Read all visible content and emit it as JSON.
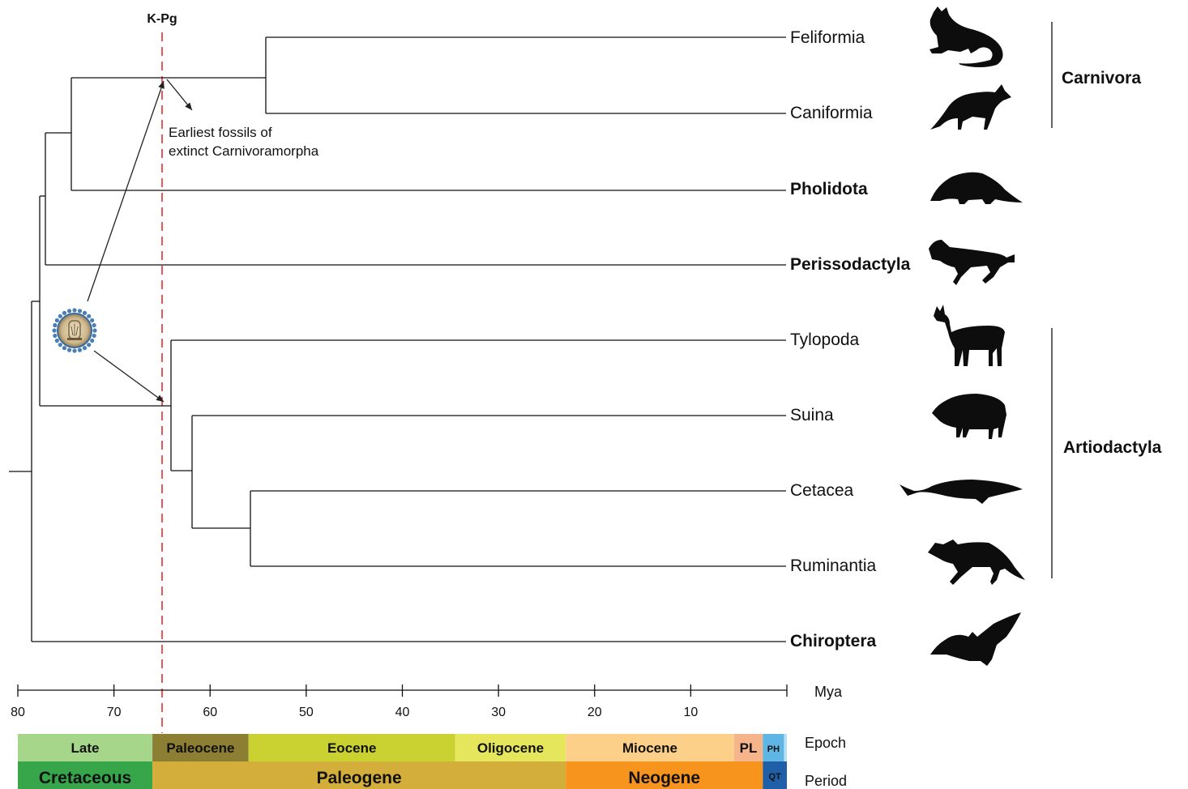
{
  "figure": {
    "kpg_label": "K-Pg",
    "kpg_mya": 66,
    "annotation": [
      "Earliest fossils of",
      "extinct Carnivoramorpha"
    ],
    "axis_unit": "Mya",
    "axis_ticks": [
      80,
      70,
      60,
      50,
      40,
      30,
      20,
      10
    ],
    "epoch_row_label": "Epoch",
    "period_row_label": "Period",
    "epochs": [
      {
        "label": "Late",
        "start": 80,
        "end": 66,
        "color": "#a6d68a"
      },
      {
        "label": "Paleocene",
        "start": 66,
        "end": 56,
        "color": "#8c7e33"
      },
      {
        "label": "Eocene",
        "start": 56,
        "end": 34.5,
        "color": "#c9d230"
      },
      {
        "label": "Oligocene",
        "start": 34.5,
        "end": 23,
        "color": "#e6e65c"
      },
      {
        "label": "Miocene",
        "start": 23,
        "end": 5.5,
        "color": "#fdd08a"
      },
      {
        "label": "PL",
        "start": 5.5,
        "end": 2.5,
        "color": "#f6b48a"
      },
      {
        "label": "PH",
        "start": 2.5,
        "end": 0.3,
        "color": "#5fb6e4"
      },
      {
        "label": "",
        "start": 0.3,
        "end": 0,
        "color": "#b8e0f2"
      }
    ],
    "periods": [
      {
        "label": "Cretaceous",
        "start": 80,
        "end": 66,
        "color": "#37a64a"
      },
      {
        "label": "Paleogene",
        "start": 66,
        "end": 23,
        "color": "#d4ae3a"
      },
      {
        "label": "Neogene",
        "start": 23,
        "end": 2.5,
        "color": "#f7941d"
      },
      {
        "label": "QT",
        "start": 2.5,
        "end": 0,
        "color": "#1f5fa8"
      }
    ],
    "taxa": [
      {
        "name": "Feliformia",
        "bold": false,
        "icon": "cat-silhouette-icon"
      },
      {
        "name": "Caniformia",
        "bold": false,
        "icon": "fox-silhouette-icon"
      },
      {
        "name": "Pholidota",
        "bold": true,
        "icon": "pangolin-silhouette-icon"
      },
      {
        "name": "Perissodactyla",
        "bold": true,
        "icon": "horse-silhouette-icon"
      },
      {
        "name": "Tylopoda",
        "bold": false,
        "icon": "llama-silhouette-icon"
      },
      {
        "name": "Suina",
        "bold": false,
        "icon": "boar-silhouette-icon"
      },
      {
        "name": "Cetacea",
        "bold": false,
        "icon": "whale-silhouette-icon"
      },
      {
        "name": "Ruminantia",
        "bold": false,
        "icon": "deer-silhouette-icon"
      },
      {
        "name": "Chiroptera",
        "bold": true,
        "icon": "bat-silhouette-icon"
      }
    ],
    "groups": [
      {
        "name": "Carnivora",
        "members": [
          "Feliformia",
          "Caniformia"
        ]
      },
      {
        "name": "Artiodactyla",
        "members": [
          "Tylopoda",
          "Suina",
          "Cetacea",
          "Ruminantia"
        ]
      }
    ],
    "node_ages_mya": {
      "root": 78.5,
      "scrotifera_minus_bats": 78,
      "ferae_plus_perisso": 77.5,
      "ferae": 74.8,
      "carnivora": 54.5,
      "artiodactyla": 64.5,
      "suina_cetrum": 62.2,
      "cetruminantia": 56
    },
    "virus_icon": "virus-particle-icon"
  }
}
